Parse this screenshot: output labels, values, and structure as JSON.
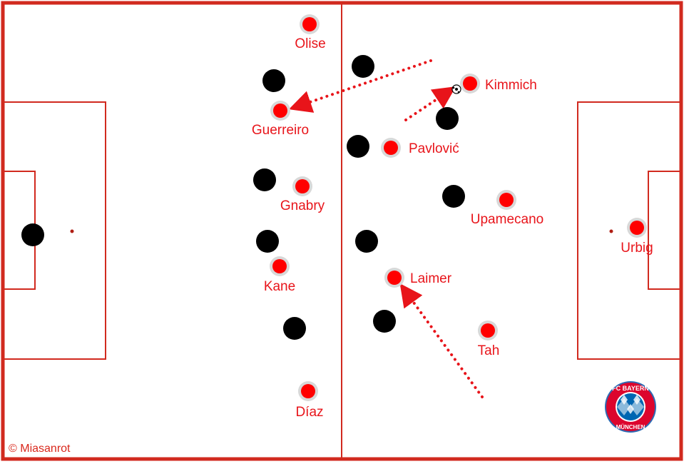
{
  "colors": {
    "pitch_lines": "#d12a1f",
    "team_red": "#ff0000",
    "opponent": "#000000",
    "halo": "#d8d8d8"
  },
  "players_red": [
    {
      "name": "Olise"
    },
    {
      "name": "Guerreiro"
    },
    {
      "name": "Gnabry"
    },
    {
      "name": "Kane"
    },
    {
      "name": "Díaz"
    },
    {
      "name": "Kimmich"
    },
    {
      "name": "Pavlović"
    },
    {
      "name": "Upamecano"
    },
    {
      "name": "Laimer"
    },
    {
      "name": "Tah"
    },
    {
      "name": "Urbig"
    }
  ],
  "icons": {
    "ball": "soccer-ball-icon",
    "logo": "fc-bayern-logo"
  },
  "logo_text": "FC BAYERN MÜNCHEN",
  "copyright": "© Miasanrot"
}
